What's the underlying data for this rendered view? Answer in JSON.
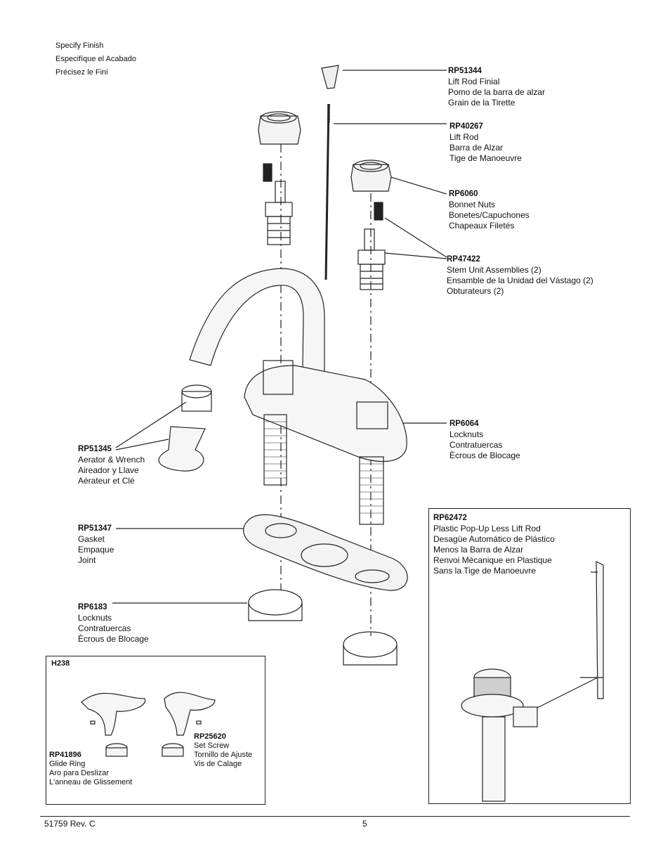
{
  "finish": [
    "Specify Finish",
    "Especifíque el Acabado",
    "Précisez le Fini"
  ],
  "parts": {
    "rp51344": {
      "pn": "RP51344",
      "lines": [
        "Lift Rod Finial",
        "Pomo de la barra de alzar",
        "Grain de la Tirette"
      ]
    },
    "rp40267": {
      "pn": "RP40267",
      "lines": [
        "Lift Rod",
        "Barra de Alzar",
        "Tige de Manoeuvre"
      ]
    },
    "rp6060": {
      "pn": "RP6060",
      "lines": [
        "Bonnet Nuts",
        "Bonetes/Capuchones",
        "Chapeaux Filetés"
      ]
    },
    "rp47422": {
      "pn": "RP47422",
      "lines": [
        "Stem Unit Assemblies (2)",
        "Ensamble de la Unidad del Vástago (2)",
        "Obturateurs (2)"
      ]
    },
    "rp6064": {
      "pn": "RP6064",
      "lines": [
        "Locknuts",
        "Contratuercas",
        "Ècrous de Blocage"
      ]
    },
    "rp51345": {
      "pn": "RP51345",
      "lines": [
        "Aerator & Wrench",
        "Aireador y Llave",
        "Aérateur et Clé"
      ]
    },
    "rp51347": {
      "pn": "RP51347",
      "lines": [
        "Gasket",
        "Empaque",
        "Joint"
      ]
    },
    "rp6183": {
      "pn": "RP6183",
      "lines": [
        "Locknuts",
        "Contratuercas",
        "Ècrous de Blocage"
      ]
    },
    "rp62472": {
      "pn": "RP62472",
      "lines": [
        "Plastic Pop-Up Less Lift Rod",
        "Desagüe Automático de Plástico",
        "Menos la Barra de Alzar",
        "Renvoi Mécanique en Plastique",
        "Sans la Tige de Manoeuvre"
      ]
    },
    "h238": {
      "pn": "H238"
    },
    "rp41896": {
      "pn": "RP41896",
      "lines": [
        "Glide Ring",
        "Aro para Deslizar",
        "L'anneau de Glissement"
      ]
    },
    "rp25620": {
      "pn": "RP25620",
      "lines": [
        "Set Screw",
        "Tornillo de Ajuste",
        "Vis de Calage"
      ]
    }
  },
  "footer": {
    "doc": "51759  Rev. C",
    "page": "5"
  }
}
